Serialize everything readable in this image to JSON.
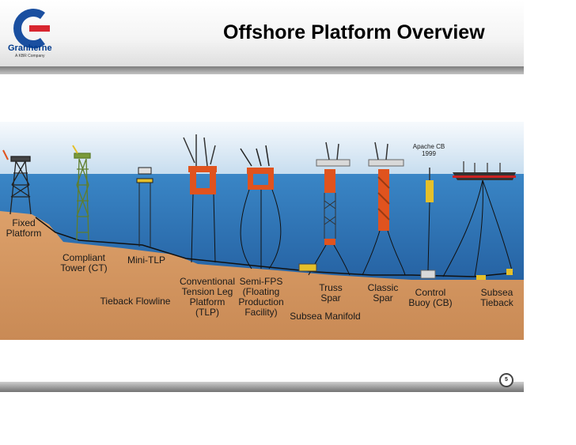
{
  "header": {
    "title": "Offshore Platform Overview",
    "logo": {
      "name": "Granherne",
      "subtitle": "A KBR Company"
    }
  },
  "colors": {
    "brand_blue": "#1a4fa0",
    "brand_red": "#d8262f",
    "sky": "#cfe2f1",
    "sea": "#1d63a8",
    "seabed": "#cf935f",
    "hull_orange": "#e0531e",
    "deck_yellow": "#e5c02a"
  },
  "diagram": {
    "labels": {
      "fixed_platform": "Fixed\nPlatform",
      "compliant_tower": "Compliant\nTower (CT)",
      "mini_tlp": "Mini-TLP",
      "tieback_flowline": "Tieback Flowline",
      "tlp": "Conventional\nTension Leg\nPlatform\n(TLP)",
      "semi_fps": "Semi-FPS\n(Floating\nProduction\nFacility)",
      "subsea_manifold": "Subsea Manifold",
      "truss_spar": "Truss\nSpar",
      "classic_spar": "Classic\nSpar",
      "apache_cb": "Apache CB\n1999",
      "control_buoy": "Control\nBuoy (CB)",
      "subsea_tieback": "Subsea\nTieback"
    }
  },
  "footer": {
    "page_number": "5"
  }
}
